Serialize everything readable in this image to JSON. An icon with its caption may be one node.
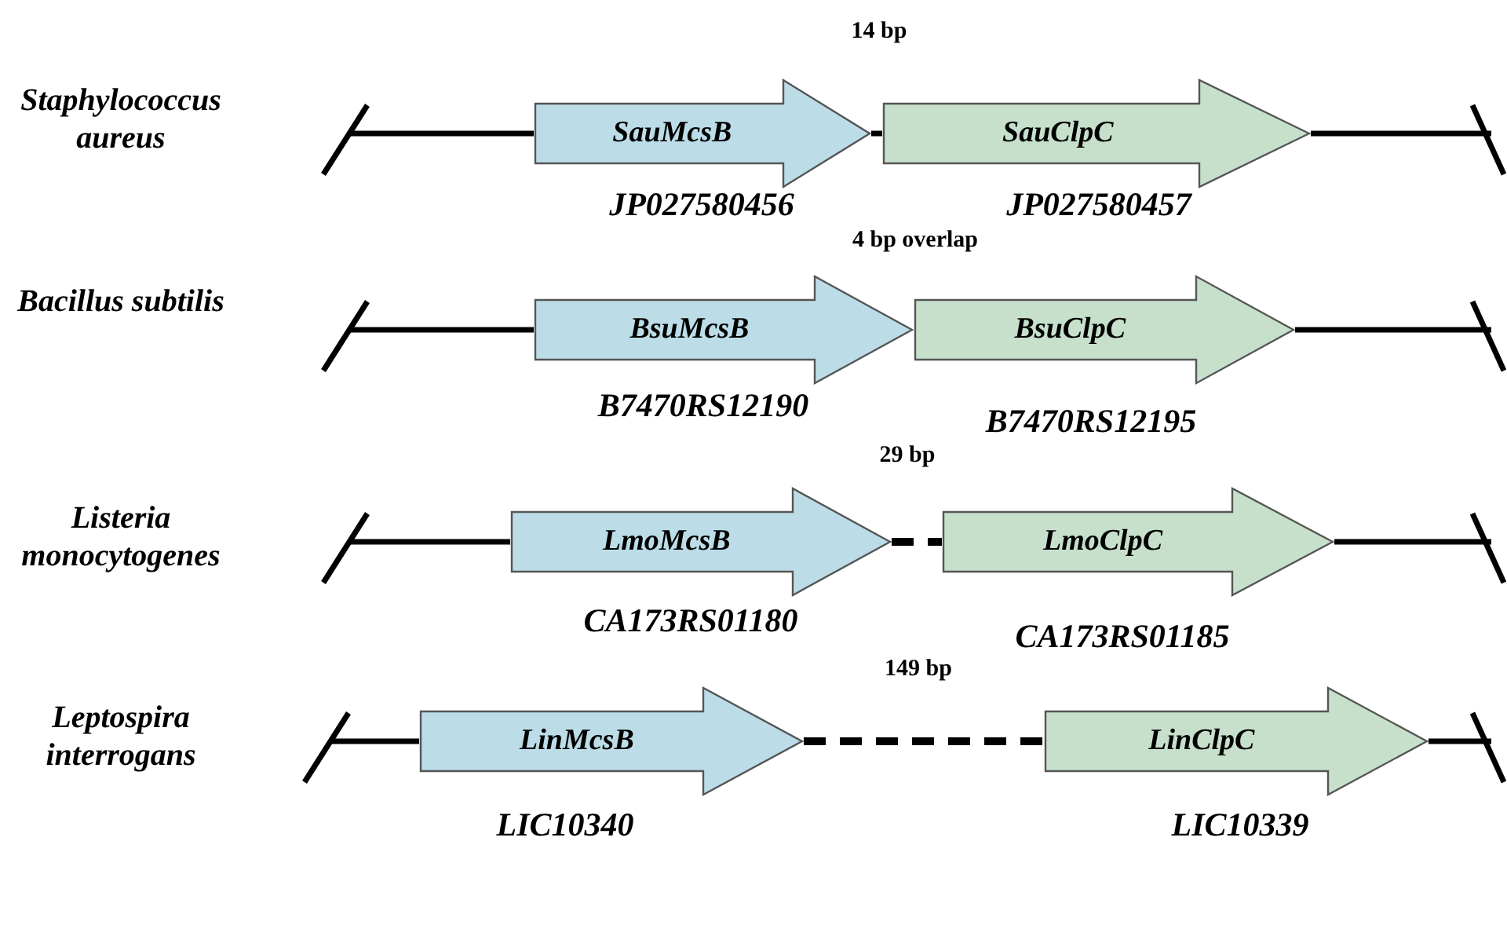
{
  "diagram": {
    "nodes": [
      {
        "text": [
          "SauMcsB"
        ],
        "beside": [
          "JP027580456"
        ]
      },
      {
        "text": [
          "SauClpC"
        ],
        "beside": [
          "JP027580457"
        ]
      },
      {
        "text": [
          "BsuMcsB"
        ],
        "beside": [
          "B7470RS12190"
        ]
      },
      {
        "text": [
          "BsuClpC"
        ],
        "beside": [
          "B7470RS12195"
        ]
      },
      {
        "text": [
          "LmoMcsB"
        ],
        "beside": [
          "CA173RS01180"
        ]
      },
      {
        "text": [
          "LmoClpC"
        ],
        "beside": [
          "CA173RS01185"
        ]
      },
      {
        "text": [
          "LinMcsB"
        ],
        "beside": [
          "LIC10340"
        ]
      },
      {
        "text": [
          "LinClpC"
        ],
        "beside": [
          "LIC10339"
        ]
      }
    ],
    "edges": [
      {
        "from": null,
        "to": 0,
        "arrow": "none"
      },
      {
        "from": 0,
        "to": 1,
        "arrow": "none"
      },
      {
        "from": 1,
        "to": null,
        "arrow": "none"
      },
      {
        "from": null,
        "to": 2,
        "arrow": "none"
      },
      {
        "from": 3,
        "to": null,
        "arrow": "none"
      },
      {
        "from": null,
        "to": 4,
        "arrow": "none"
      },
      {
        "from": 4,
        "to": 5,
        "arrow": "none",
        "style": "dashed"
      },
      {
        "from": 5,
        "to": null,
        "arrow": "none"
      },
      {
        "from": null,
        "to": 6,
        "arrow": "none"
      },
      {
        "from": 6,
        "to": 7,
        "arrow": "none",
        "style": "dashed"
      },
      {
        "from": 7,
        "to": null,
        "arrow": "none"
      }
    ],
    "labels": [
      "14 bp",
      "Staphylococcus aureus",
      "4 bp overlap",
      "Bacillus subtilis",
      "29 bp",
      "Listeria monocytogenes",
      "149 bp",
      "Leptospira interrogans"
    ]
  }
}
